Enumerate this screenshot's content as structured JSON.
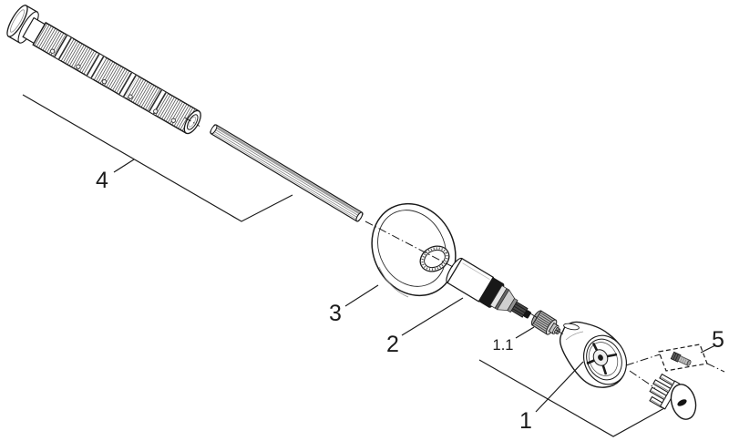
{
  "diagram": {
    "type": "exploded-parts-diagram",
    "callouts": [
      {
        "id": "4",
        "label": "4"
      },
      {
        "id": "3",
        "label": "3"
      },
      {
        "id": "2",
        "label": "2"
      },
      {
        "id": "1.1",
        "label": "1.1"
      },
      {
        "id": "1",
        "label": "1"
      },
      {
        "id": "5",
        "label": "5"
      }
    ],
    "colors": {
      "background": "#ffffff",
      "line": "#1b1b1b",
      "metal_light": "#c9c9c9",
      "metal_mid": "#8f8f8f",
      "metal_dark": "#474747",
      "black_part": "#161616"
    }
  }
}
